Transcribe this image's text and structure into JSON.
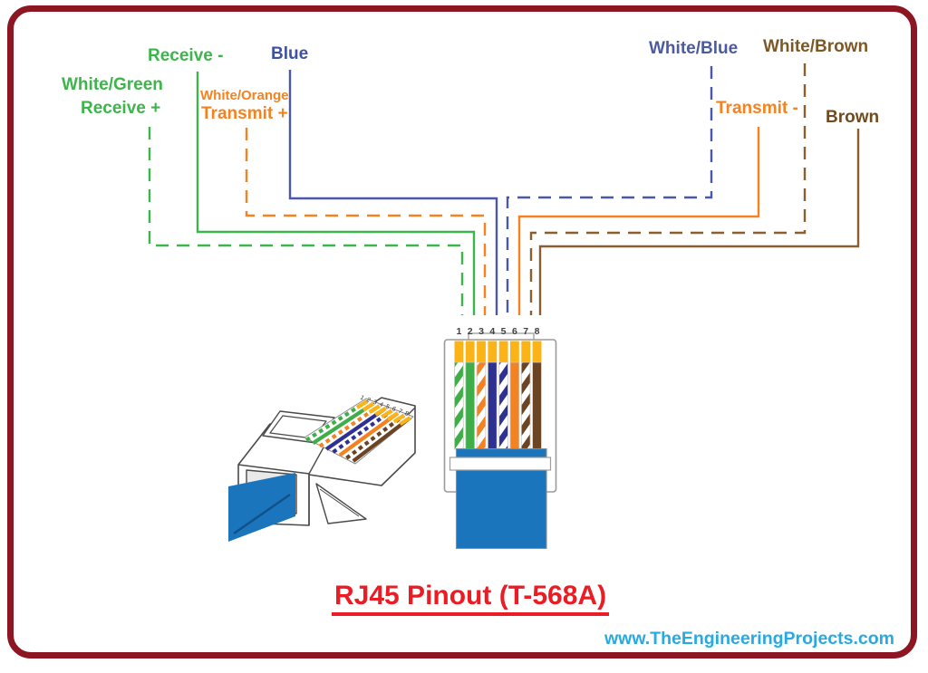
{
  "frame": {
    "border_color": "#8C1722",
    "background": "#ffffff"
  },
  "title": {
    "text": "RJ45 Pinout (T-568A)",
    "color": "#EC1C24"
  },
  "watermark": {
    "text": "www.TheEngineeringProjects.com",
    "color": "#29A9E1"
  },
  "labels": {
    "white_green": {
      "text": "White/Green",
      "color": "#3CB54A"
    },
    "receive_plus": {
      "text": "Receive +",
      "color": "#3CB54A"
    },
    "receive_minus": {
      "text": "Receive -",
      "color": "#3CB54A"
    },
    "white_orange": {
      "text": "White/Orange",
      "color": "#F58220"
    },
    "transmit_plus": {
      "text": "Transmit +",
      "color": "#F58220"
    },
    "blue": {
      "text": "Blue",
      "color": "#3F51A5"
    },
    "white_blue": {
      "text": "White/Blue",
      "color": "#4D5B9E"
    },
    "transmit_minus": {
      "text": "Transmit -",
      "color": "#F58220"
    },
    "white_brown": {
      "text": "White/Brown",
      "color": "#7D5827"
    },
    "brown": {
      "text": "Brown",
      "color": "#6F4B1F"
    }
  },
  "trace_colors": {
    "green": "#3CB54A",
    "orange": "#F58220",
    "blue": "#4A58AB",
    "brown": "#8A5F2F"
  },
  "front_connector": {
    "pin_numbers": [
      "1",
      "2",
      "3",
      "4",
      "5",
      "6",
      "7",
      "8"
    ],
    "pin_gold": "#FBB317",
    "cable_color": "#1B75BC",
    "cable_stripe": "#11518A",
    "wire_colors": {
      "green": "#3FAE49",
      "orange": "#F58220",
      "blue": "#2E3192",
      "brown": "#6B4423"
    }
  },
  "pinout": [
    {
      "pin": "1",
      "wire_labels": [
        "White/Green",
        "Receive +"
      ],
      "line_style": "dashed-green"
    },
    {
      "pin": "2",
      "wire_labels": [
        "Receive -"
      ],
      "line_style": "solid-green"
    },
    {
      "pin": "3",
      "wire_labels": [
        "White/Orange",
        "Transmit +"
      ],
      "line_style": "dashed-orange"
    },
    {
      "pin": "4",
      "wire_labels": [
        "Blue"
      ],
      "line_style": "solid-blue"
    },
    {
      "pin": "5",
      "wire_labels": [
        "White/Blue"
      ],
      "line_style": "dashed-blue"
    },
    {
      "pin": "6",
      "wire_labels": [
        "Transmit -"
      ],
      "line_style": "solid-orange"
    },
    {
      "pin": "7",
      "wire_labels": [
        "White/Brown"
      ],
      "line_style": "dashed-brown"
    },
    {
      "pin": "8",
      "wire_labels": [
        "Brown"
      ],
      "line_style": "solid-brown"
    }
  ]
}
